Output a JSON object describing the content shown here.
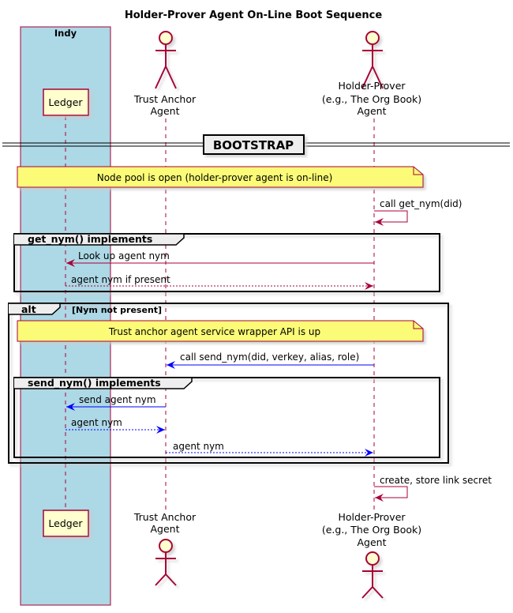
{
  "title": "Holder-Prover Agent On-Line Boot Sequence",
  "box": {
    "label": "Indy",
    "color": "#ADD8E6"
  },
  "participants": {
    "ledger": {
      "label": "Ledger"
    },
    "trust_anchor": {
      "label_line1": "Trust Anchor",
      "label_line2": "Agent"
    },
    "holder_prover": {
      "label_line1": "Holder-Prover",
      "label_line2": "(e.g., The Org Book)",
      "label_line3": "Agent"
    }
  },
  "divider": {
    "label": "BOOTSTRAP"
  },
  "notes": {
    "pool_open": "Node pool is open (holder-prover agent is on-line)",
    "ta_api_up": "Trust anchor agent service wrapper API is up"
  },
  "messages": {
    "call_get_nym": "call get_nym(did)",
    "look_up_nym": "Look up agent nym",
    "nym_if_present": "agent nym if present",
    "call_send_nym": "call send_nym(did, verkey, alias, role)",
    "send_agent_nym": "send agent nym",
    "agent_nym_1": "agent nym",
    "agent_nym_2": "agent nym",
    "create_secret": "create, store link secret"
  },
  "frames": {
    "get_nym": "get_nym() implements",
    "alt": "alt",
    "alt_guard": "[Nym not present]",
    "send_nym": "send_nym() implements"
  },
  "colors": {
    "participant_fill": "#FEFECE",
    "participant_stroke": "#A80036",
    "note_fill": "#FBFB77",
    "arrow_red": "#A80036",
    "arrow_blue": "#0000FF"
  }
}
